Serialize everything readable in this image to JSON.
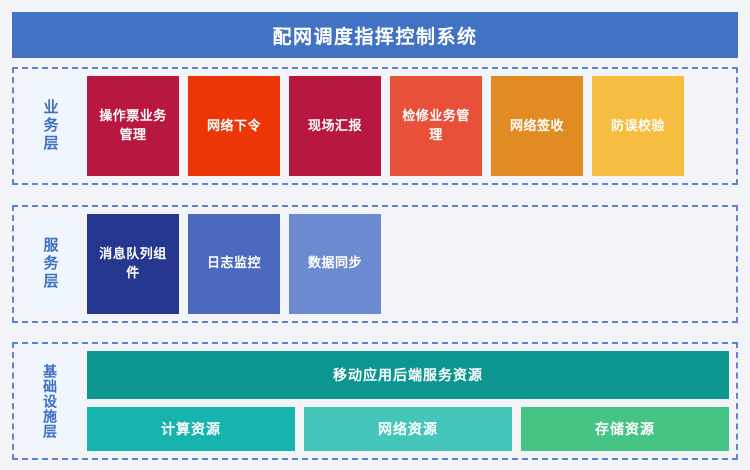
{
  "header": {
    "title": "配网调度指挥控制系统",
    "background_color": "#4272c4",
    "text_color": "#ffffff"
  },
  "diagram": {
    "type": "layered-architecture",
    "page_background": "#f2f4f7",
    "border_color": "#5b86d8",
    "label_box_background": "#eff6fe",
    "label_text_color": "#3f6fc0",
    "layers": [
      {
        "id": "business",
        "label": "业务层",
        "cards": [
          {
            "label": "操作票业务管理",
            "color": "#b8183f"
          },
          {
            "label": "网络下令",
            "color": "#ec3608"
          },
          {
            "label": "现场汇报",
            "color": "#b8183f"
          },
          {
            "label": "检修业务管理",
            "color": "#e8503a"
          },
          {
            "label": "网络签收",
            "color": "#e08c22"
          },
          {
            "label": "防误校验",
            "color": "#f7bd40"
          }
        ]
      },
      {
        "id": "service",
        "label": "服务层",
        "cards": [
          {
            "label": "消息队列组件",
            "color": "#26378f"
          },
          {
            "label": "日志监控",
            "color": "#4b69be"
          },
          {
            "label": "数据同步",
            "color": "#6b8ad2"
          }
        ]
      },
      {
        "id": "infrastructure",
        "label": "基础设施层",
        "banner": {
          "label": "移动应用后端服务资源",
          "color": "#0d9691"
        },
        "cards": [
          {
            "label": "计算资源",
            "color": "#17b3ad"
          },
          {
            "label": "网络资源",
            "color": "#44c6ba"
          },
          {
            "label": "存储资源",
            "color": "#45c483"
          }
        ]
      }
    ]
  }
}
